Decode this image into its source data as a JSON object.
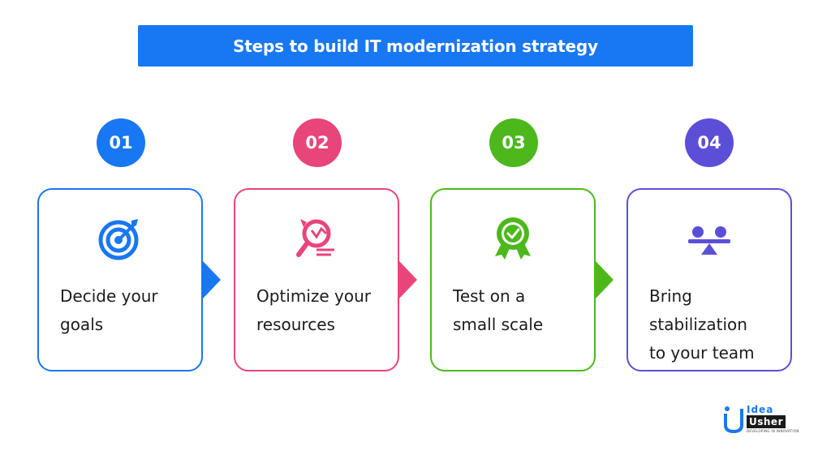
{
  "title": "Steps to build IT modernization strategy",
  "steps": [
    {
      "number": "01",
      "label_line1": "Decide your",
      "label_line2": "goals",
      "label_line3": "",
      "color": "#1877f2",
      "icon": "target-icon"
    },
    {
      "number": "02",
      "label_line1": "Optimize your",
      "label_line2": "resources",
      "label_line3": "",
      "color": "#e8457a",
      "icon": "resource-optimize-icon"
    },
    {
      "number": "03",
      "label_line1": "Test on a",
      "label_line2": "small scale",
      "label_line3": "",
      "color": "#4cb81c",
      "icon": "award-badge-icon"
    },
    {
      "number": "04",
      "label_line1": "Bring",
      "label_line2": "stabilization",
      "label_line3": "to your team",
      "color": "#5b4fd8",
      "icon": "balance-icon"
    }
  ],
  "logo": {
    "line1": "Idea",
    "line2": "Usher",
    "tagline": "DEVELOPING IN INNOVATION"
  }
}
